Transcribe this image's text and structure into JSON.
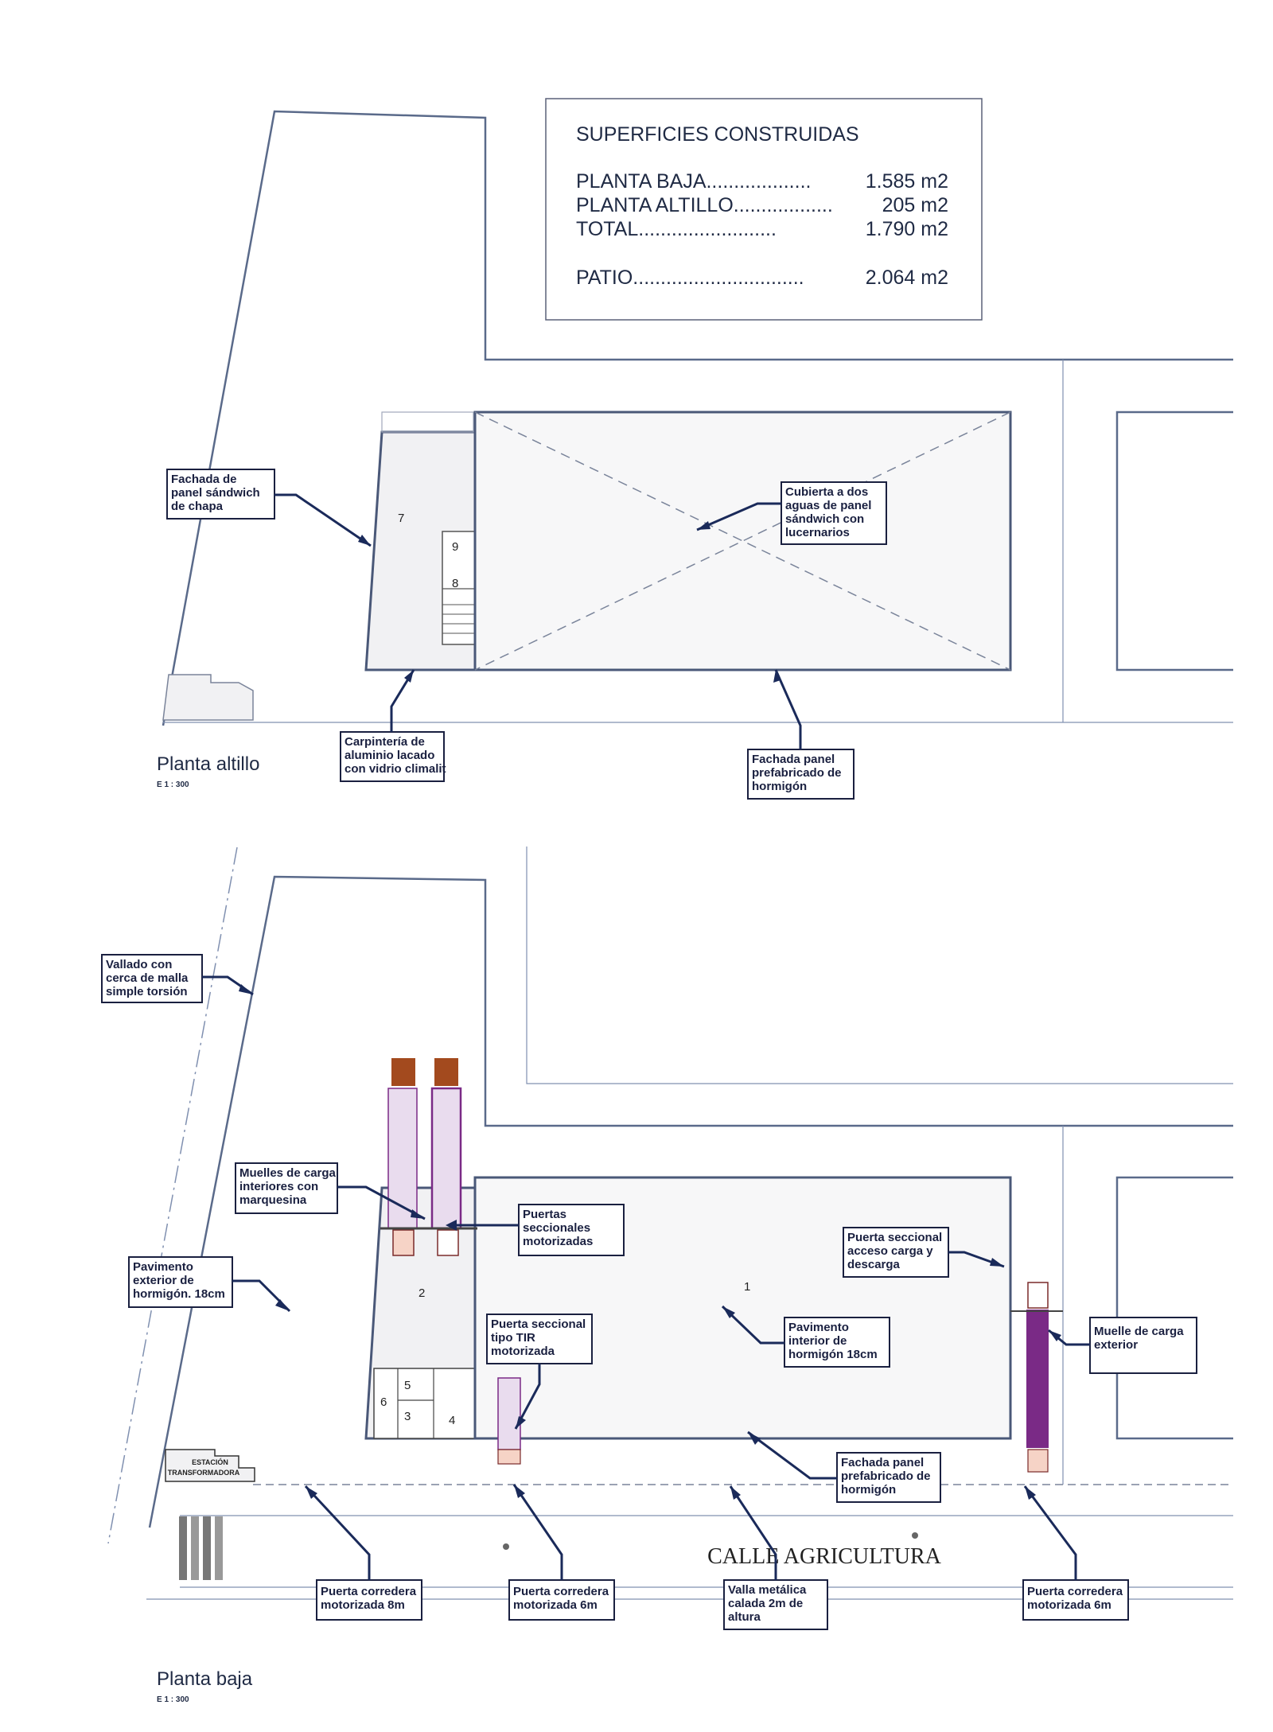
{
  "surfaces": {
    "title": "SUPERFICIES CONSTRUIDAS",
    "rows": [
      {
        "label": "PLANTA BAJA...................",
        "value": "1.585 m2"
      },
      {
        "label": "PLANTA ALTILLO..................",
        "value": "205 m2"
      },
      {
        "label": "TOTAL.........................",
        "value": "1.790 m2"
      }
    ],
    "patio": {
      "label": "PATIO...............................",
      "value": "2.064 m2"
    }
  },
  "upper_plan": {
    "title": "Planta altillo",
    "scale": "E 1 : 300",
    "rooms": [
      "7",
      "9",
      "8"
    ],
    "callouts": {
      "fachada_sandwich": [
        "Fachada de",
        "panel sándwich",
        "de chapa"
      ],
      "cubierta": [
        "Cubierta a dos",
        "aguas de panel",
        "sándwich con",
        "lucernarios"
      ],
      "carpinteria": [
        "Carpintería de",
        "aluminio lacado",
        "con vidrio climalit"
      ],
      "fachada_hormigon": [
        "Fachada panel",
        "prefabricado de",
        "hormigón"
      ]
    }
  },
  "ground_plan": {
    "title": "Planta baja",
    "scale": "E 1 : 300",
    "rooms": [
      "1",
      "2",
      "4",
      "5",
      "6",
      "3"
    ],
    "street": "CALLE  AGRICULTURA",
    "station": [
      "ESTACIÓN",
      "TRANSFORMADORA"
    ],
    "callouts": {
      "vallado": [
        "Vallado con",
        "cerca de malla",
        "simple torsión"
      ],
      "muelles_interiores": [
        "Muelles de carga",
        "interiores con",
        "marquesina"
      ],
      "puertas_seccionales": [
        "Puertas",
        "seccionales",
        "motorizadas"
      ],
      "puerta_acceso": [
        "Puerta seccional",
        "acceso carga y",
        "descarga"
      ],
      "pavimento_exterior": [
        "Pavimento",
        "exterior de",
        "hormigón. 18cm"
      ],
      "puerta_tir": [
        "Puerta seccional",
        "tipo TIR",
        "motorizada"
      ],
      "pavimento_interior": [
        "Pavimento",
        "interior de",
        "hormigón 18cm"
      ],
      "muelle_exterior": [
        "Muelle de carga",
        "exterior"
      ],
      "fachada_hormigon": [
        "Fachada panel",
        "prefabricado de",
        "hormigón"
      ],
      "corredera_8m": [
        "Puerta corredera",
        "motorizada 8m"
      ],
      "corredera_6m_a": [
        "Puerta corredera",
        "motorizada 6m"
      ],
      "valla_metalica": [
        "Valla metálica",
        "calada 2m de",
        "altura"
      ],
      "corredera_6m_b": [
        "Puerta corredera",
        "motorizada 6m"
      ]
    }
  },
  "colors": {
    "line": "#1a2a5a",
    "dock_purple": "#e9dcee",
    "dock_purple_dark": "#7a2a86",
    "dock_brown": "#a34a1e",
    "dock_salmon": "#f6d3c6"
  }
}
